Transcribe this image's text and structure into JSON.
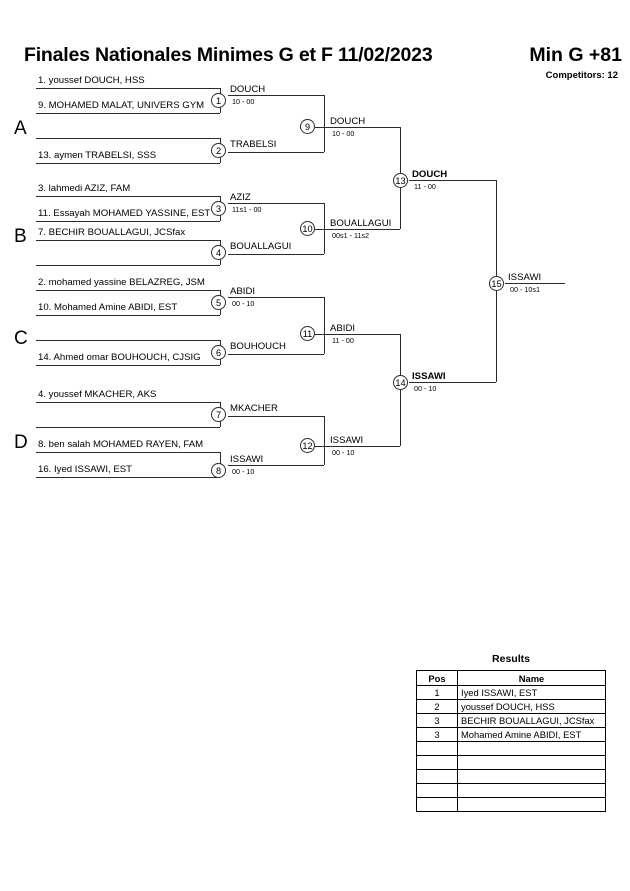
{
  "header": {
    "title": "Finales Nationales Minimes G et F  11/02/2023",
    "category": "Min G +81",
    "competitors_label": "Competitors: 12"
  },
  "groups": [
    {
      "letter": "A"
    },
    {
      "letter": "B"
    },
    {
      "letter": "C"
    },
    {
      "letter": "D"
    }
  ],
  "entrants": [
    {
      "label": "1. youssef DOUCH, HSS"
    },
    {
      "label": "9. MOHAMED MALAT, UNIVERS GYM"
    },
    {
      "label": ""
    },
    {
      "label": "13. aymen TRABELSI, SSS"
    },
    {
      "label": "3. lahmedi AZIZ, FAM"
    },
    {
      "label": "11. Essayah MOHAMED YASSINE, EST"
    },
    {
      "label": "7. BECHIR BOUALLAGUI, JCSfax"
    },
    {
      "label": ""
    },
    {
      "label": "2. mohamed yassine BELAZREG, JSM"
    },
    {
      "label": "10. Mohamed Amine ABIDI, EST"
    },
    {
      "label": ""
    },
    {
      "label": "14. Ahmed omar BOUHOUCH, CJSIG"
    },
    {
      "label": "4. youssef MKACHER, AKS"
    },
    {
      "label": ""
    },
    {
      "label": "8. ben salah MOHAMED RAYEN, FAM"
    },
    {
      "label": "16. Iyed ISSAWI, EST"
    }
  ],
  "matches": [
    {
      "number": "1",
      "winner": "DOUCH",
      "score": "10 - 00",
      "bold": false
    },
    {
      "number": "2",
      "winner": "TRABELSI",
      "score": "",
      "bold": false
    },
    {
      "number": "3",
      "winner": "AZIZ",
      "score": "11s1 - 00",
      "bold": false
    },
    {
      "number": "4",
      "winner": "BOUALLAGUI",
      "score": "",
      "bold": false
    },
    {
      "number": "5",
      "winner": "ABIDI",
      "score": "00 - 10",
      "bold": false
    },
    {
      "number": "6",
      "winner": "BOUHOUCH",
      "score": "",
      "bold": false
    },
    {
      "number": "7",
      "winner": "MKACHER",
      "score": "",
      "bold": false
    },
    {
      "number": "8",
      "winner": "ISSAWI",
      "score": "00 - 10",
      "bold": false
    },
    {
      "number": "9",
      "winner": "DOUCH",
      "score": "10 - 00",
      "bold": false
    },
    {
      "number": "10",
      "winner": "BOUALLAGUI",
      "score": "00s1 - 11s2",
      "bold": false
    },
    {
      "number": "11",
      "winner": "ABIDI",
      "score": "11 - 00",
      "bold": false
    },
    {
      "number": "12",
      "winner": "ISSAWI",
      "score": "00 - 10",
      "bold": false
    },
    {
      "number": "13",
      "winner": "DOUCH",
      "score": "11 - 00",
      "bold": true
    },
    {
      "number": "14",
      "winner": "ISSAWI",
      "score": "00 - 10",
      "bold": true
    },
    {
      "number": "15",
      "winner": "ISSAWI",
      "score": "00 - 10s1",
      "bold": false
    }
  ],
  "results": {
    "title": "Results",
    "columns": [
      "Pos",
      "Name"
    ],
    "rows": [
      {
        "pos": "1",
        "name": "Iyed ISSAWI, EST"
      },
      {
        "pos": "2",
        "name": "youssef DOUCH, HSS"
      },
      {
        "pos": "3",
        "name": "BECHIR BOUALLAGUI, JCSfax"
      },
      {
        "pos": "3",
        "name": "Mohamed Amine ABIDI, EST"
      },
      {
        "pos": "",
        "name": ""
      },
      {
        "pos": "",
        "name": ""
      },
      {
        "pos": "",
        "name": ""
      },
      {
        "pos": "",
        "name": ""
      },
      {
        "pos": "",
        "name": ""
      }
    ]
  }
}
